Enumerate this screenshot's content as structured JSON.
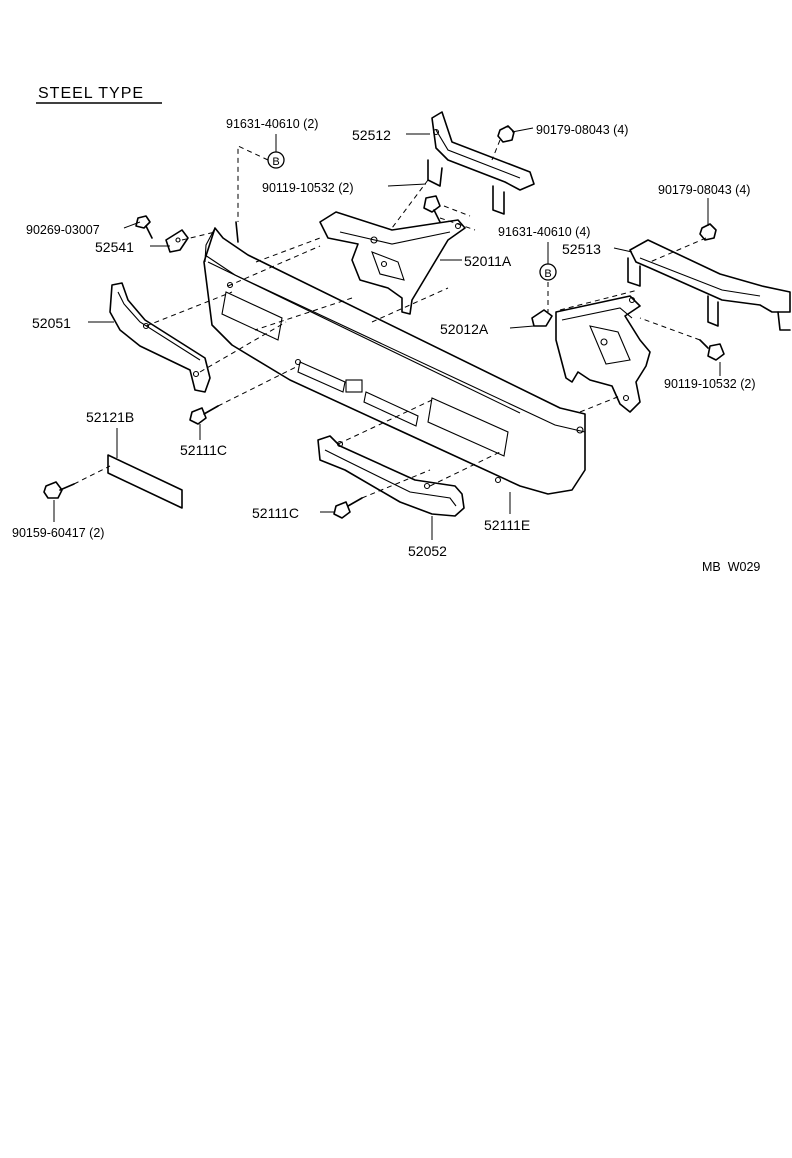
{
  "diagram": {
    "title": "STEEL TYPE",
    "code": "MB  W029",
    "circle_marker": "B",
    "labels": {
      "p91631_left": "91631-40610 (2)",
      "p52512": "52512",
      "p90179_top": "90179-08043 (4)",
      "p90119_top": "90119-10532 (2)",
      "p90269": "90269-03007",
      "p52541": "52541",
      "p52011A": "52011A",
      "p90179_right": "90179-08043 (4)",
      "p91631_right": "91631-40610 (4)",
      "p52513": "52513",
      "p52051": "52051",
      "p52012A": "52012A",
      "p90119_right": "90119-10532 (2)",
      "p52121B": "52121B",
      "p52111C_left": "52111C",
      "p90159": "90159-60417 (2)",
      "p52111C_bottom": "52111C",
      "p52111E": "52111E",
      "p52052": "52052"
    }
  }
}
